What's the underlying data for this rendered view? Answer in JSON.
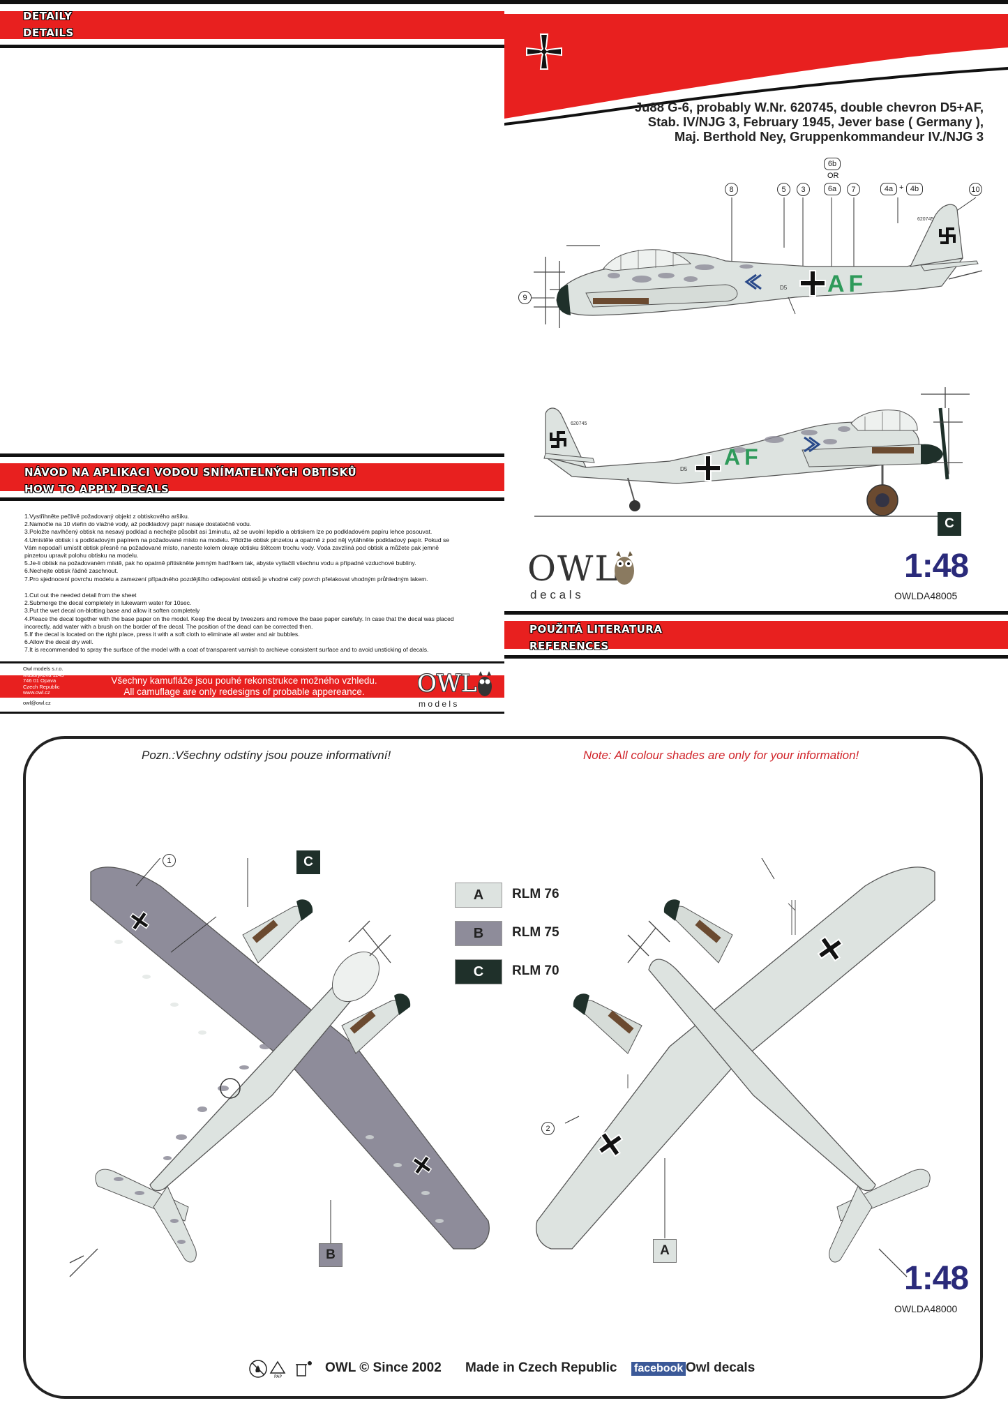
{
  "top_left": {
    "banner_line1": "DETAILY",
    "banner_line2": "DETAILS"
  },
  "instructions": {
    "banner_line1": "NÁVOD NA APLIKACI VODOU SNÍMATELNÝCH OBTISKŮ",
    "banner_line2": "HOW TO APPLY DECALS",
    "czech": [
      "1.Vystřihněte pečlivě požadovaný objekt z obtiskového aršíku.",
      "2.Namočte na 10 vteřin do vlažné vody, až podkladový papír nasaje dostatečně vodu.",
      "3.Položte navlhčený obtisk na nesavý podklad a nechejte působit asi 1minutu, až se uvolní lepidlo a obtiskem lze po podkladovém papíru lehce posouvat.",
      "4.Umístěte obtisk i s podkladovým papírem na požadované místo na modelu. Přidržte obtisk pinzetou a opatrně z pod něj vytáhněte podkladový papír. Pokud se",
      "   Vám nepodaří umístit obtisk přesně na požadované místo, naneste kolem okraje obtisku štětcem trochu vody. Voda zavzlíná pod obtisk a můžete pak jemně",
      "   pinzetou upravit polohu obtisku na modelu.",
      "5.Je-li obtisk na požadovaném místě, pak ho opatrně přitiskněte jemným hadříkem tak, abyste vytlačili všechnu vodu a případné vzduchové bubliny.",
      "6.Nechejte obtisk řádně zaschnout.",
      "7.Pro sjednocení povrchu modelu a zamezení případného pozdějšího odlepování obtisků je vhodné celý povrch přelakovat vhodným průhledným lakem."
    ],
    "english": [
      "1.Cut out the needed detail from the sheet",
      "2.Submerge the decal completely in lukewarm water for 10sec.",
      "3.Put the wet decal on-blotting base and allow it soften completely",
      "4.Pleace the decal together with the base paper on the model. Keep the decal by tweezers and remove the base paper carefuly. In case that the decal was placed",
      "   incorectly, add water with a brush on the border of the decal. The position of the deacl can be corrected then.",
      "5.If the decal is located on the right place, press it with a soft cloth to eliminate all water and air bubbles.",
      "6.Allow the decal dry well.",
      "7.It is recommended to spray the surface of the model with a coat of transparent varnish to archieve consistent surface and to avoid unsticking of decals."
    ],
    "company_lines": [
      "Owl models s.r.o.",
      "Masarykova 1145",
      "746 01 Opava",
      "Czech Republic",
      "www.owl.cz",
      "owl@owl.cz"
    ],
    "disclaimer_cz": "Všechny kamufláže jsou pouhé rekonstrukce možného vzhledu.",
    "disclaimer_en": "All camuflage are only redesigns of probable appereance.",
    "logo_text": "OWL",
    "logo_sub": "m o d e l s"
  },
  "aircraft": {
    "title_lines": [
      "Ju88 G-6, probably W.Nr. 620745, double chevron  D5+AF,",
      "Stab. IV/NJG 3, February 1945, Jever base ( Germany ),",
      "Maj. Berthold Ney, Gruppenkommandeur IV./NJG 3"
    ],
    "callouts": [
      "8",
      "5",
      "3",
      "6b",
      "OR",
      "6a",
      "7",
      "4a",
      "+",
      "4b",
      "10",
      "9"
    ],
    "tail_code": "620745",
    "fuselage_code": "AF",
    "fuselage_prefix": "D5",
    "profile_tag": "C",
    "logo_text": "OWL",
    "logo_sub": "d e c a l s",
    "scale": "1:48",
    "product_code": "OWLDA48005"
  },
  "references": {
    "banner_line1": "POUŽITÁ LITERATURA",
    "banner_line2": "REFERENCES"
  },
  "plan": {
    "note_cz": "Pozn.:Všechny odstíny jsou pouze informativní!",
    "note_en": "Note: All colour shades are only for your information!",
    "callout_top": "1",
    "callout_bottom": "2",
    "tag_top": "C",
    "tag_left": "B",
    "tag_right": "A",
    "legend": [
      {
        "key": "A",
        "label": "RLM 76",
        "color": "#dde3e0",
        "text_color": "#222222"
      },
      {
        "key": "B",
        "label": "RLM 75",
        "color": "#8e8c9a",
        "text_color": "#222222"
      },
      {
        "key": "C",
        "label": "RLM 70",
        "color": "#1f302a",
        "text_color": "#ffffff"
      }
    ],
    "scale": "1:48",
    "product_code": "OWLDA48000"
  },
  "footer": {
    "copyright": "OWL © Since  2002",
    "made_in": "Made in Czech Republic",
    "facebook": "facebook",
    "brand": "Owl decals"
  },
  "colors": {
    "banner_red": "#e8201f",
    "rlm76": "#dde3e0",
    "rlm75": "#8e8c9a",
    "rlm70": "#1f302a"
  }
}
